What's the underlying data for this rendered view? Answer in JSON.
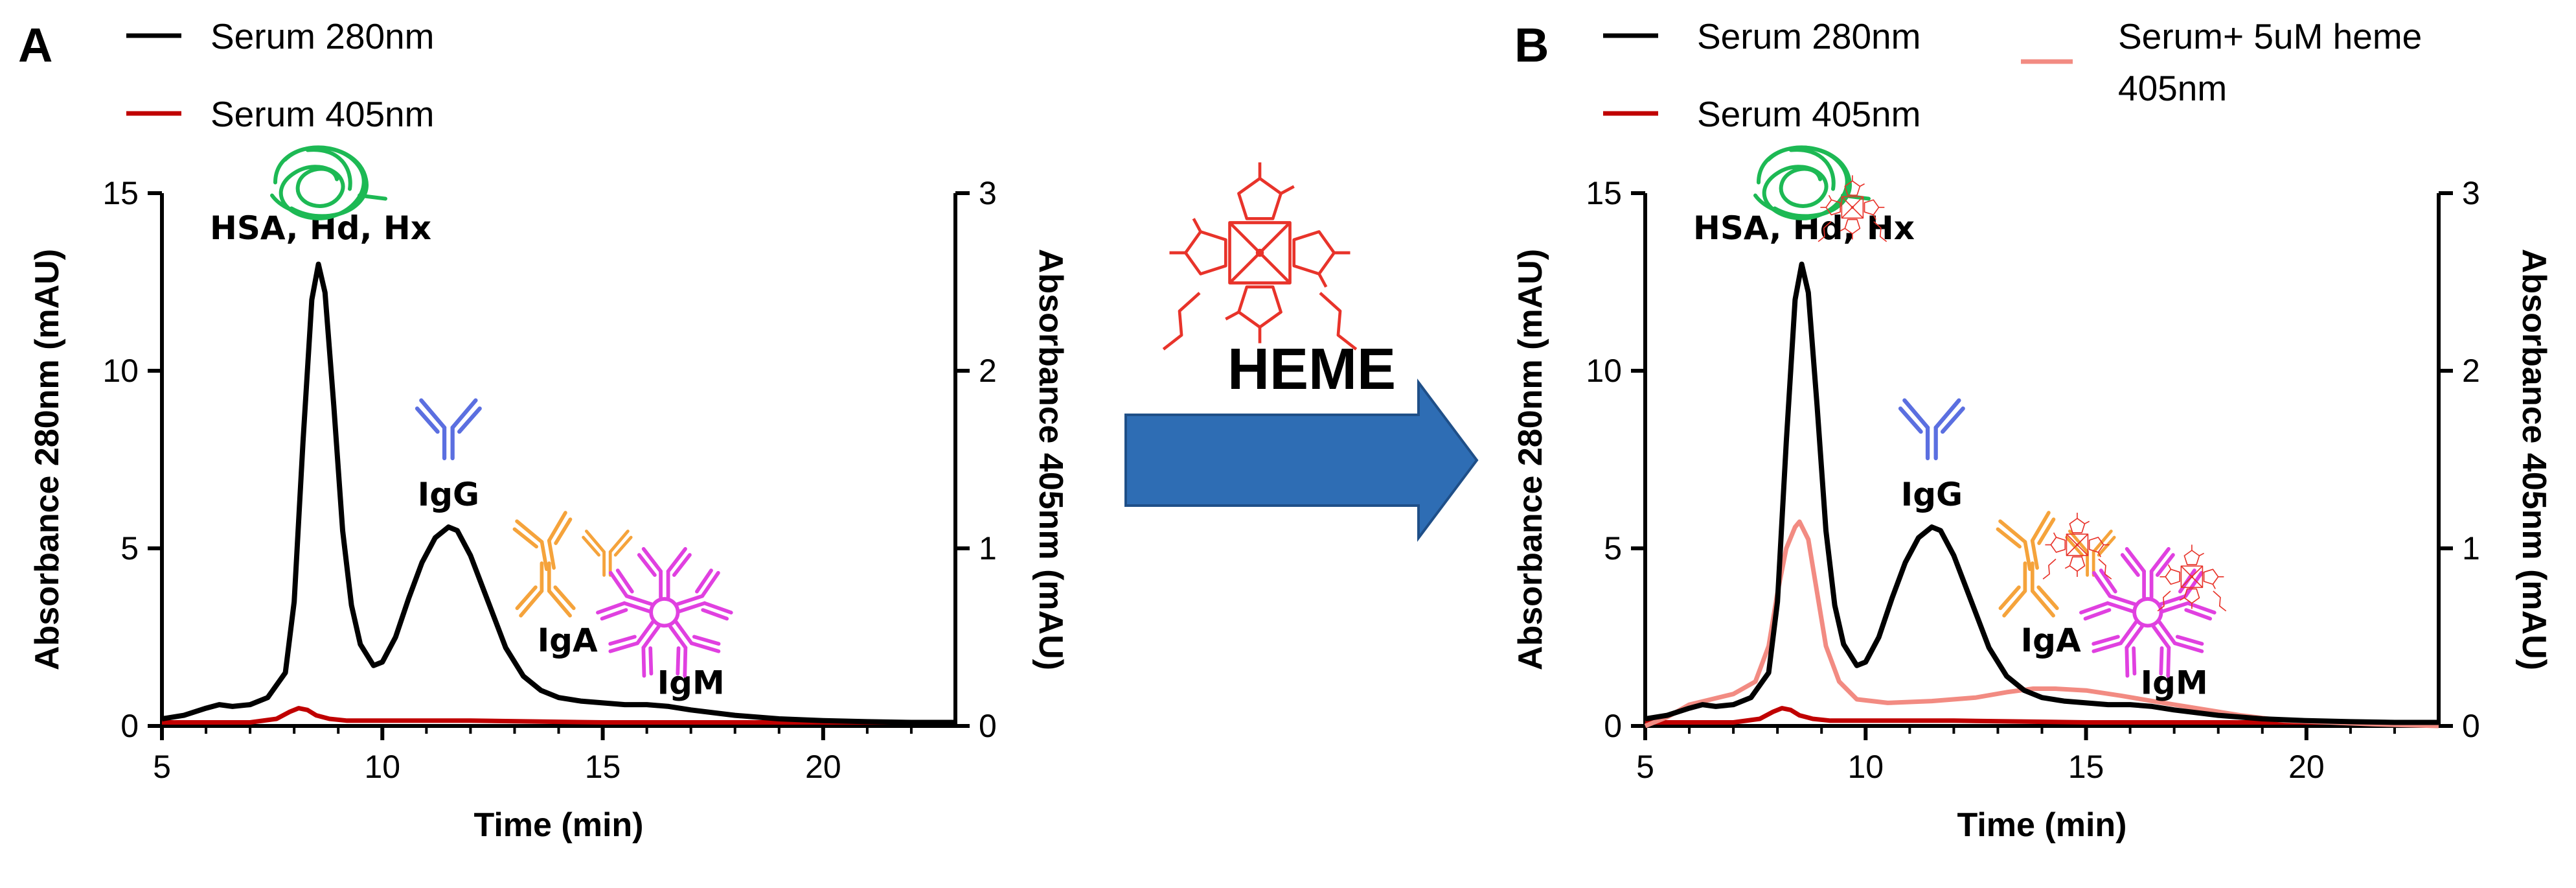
{
  "chart_data": [
    {
      "type": "line",
      "panel": "A",
      "xlabel": "Time (min)",
      "ylabel": "Absorbance 280nm (mAU)",
      "y2label": "Absorbance 405nm (mAU)",
      "xlim": [
        5,
        23
      ],
      "ylim": [
        0,
        15
      ],
      "y2lim": [
        0,
        3
      ],
      "xticks": [
        5,
        10,
        15,
        20
      ],
      "yticks": [
        0,
        5,
        10,
        15
      ],
      "y2ticks": [
        0,
        1,
        2,
        3
      ],
      "grid": false,
      "legend": {
        "position": "top-left"
      },
      "series": [
        {
          "name": "Serum 280nm",
          "axis": "left",
          "color": "#000000",
          "x": [
            5,
            5.5,
            6,
            6.3,
            6.6,
            7,
            7.4,
            7.8,
            8.0,
            8.2,
            8.4,
            8.55,
            8.7,
            8.9,
            9.1,
            9.3,
            9.5,
            9.8,
            10.0,
            10.3,
            10.6,
            10.9,
            11.2,
            11.5,
            11.7,
            12.0,
            12.4,
            12.8,
            13.2,
            13.6,
            14.0,
            14.5,
            15.0,
            15.5,
            16.0,
            16.5,
            17.0,
            18.0,
            19.0,
            20.0,
            21.0,
            22.0,
            23.0
          ],
          "y": [
            0.2,
            0.3,
            0.5,
            0.6,
            0.55,
            0.6,
            0.8,
            1.5,
            3.5,
            8.0,
            12.0,
            13.0,
            12.2,
            9.0,
            5.5,
            3.4,
            2.3,
            1.7,
            1.8,
            2.5,
            3.6,
            4.6,
            5.3,
            5.6,
            5.5,
            4.8,
            3.5,
            2.2,
            1.4,
            1.0,
            0.8,
            0.7,
            0.65,
            0.6,
            0.6,
            0.55,
            0.45,
            0.3,
            0.2,
            0.15,
            0.12,
            0.1,
            0.1
          ]
        },
        {
          "name": "Serum 405nm",
          "axis": "right",
          "color": "#c00000",
          "x": [
            5,
            6,
            7,
            7.6,
            7.9,
            8.1,
            8.3,
            8.5,
            8.8,
            9.2,
            10,
            12,
            15,
            18,
            20,
            23
          ],
          "y": [
            0.02,
            0.02,
            0.02,
            0.04,
            0.08,
            0.1,
            0.09,
            0.06,
            0.04,
            0.03,
            0.03,
            0.03,
            0.02,
            0.02,
            0.02,
            0.02
          ]
        }
      ],
      "annotations": [
        {
          "text": "HSA, Hd, Hx",
          "x": 8.6,
          "y": 13.7
        },
        {
          "text": "IgG",
          "x": 11.5,
          "y": 6.2
        },
        {
          "text": "IgA",
          "x": 14.2,
          "y": 2.1
        },
        {
          "text": "IgM",
          "x": 17.0,
          "y": 0.9
        }
      ]
    },
    {
      "type": "line",
      "panel": "B",
      "xlabel": "Time (min)",
      "ylabel": "Absorbance 280nm (mAU)",
      "y2label": "Absorbance 405nm (mAU)",
      "xlim": [
        5,
        23
      ],
      "ylim": [
        0,
        15
      ],
      "y2lim": [
        0,
        3
      ],
      "xticks": [
        5,
        10,
        15,
        20
      ],
      "yticks": [
        0,
        5,
        10,
        15
      ],
      "y2ticks": [
        0,
        1,
        2,
        3
      ],
      "grid": false,
      "legend": {
        "position": "top"
      },
      "series": [
        {
          "name": "Serum 280nm",
          "axis": "left",
          "color": "#000000",
          "x": [
            5,
            5.5,
            6,
            6.3,
            6.6,
            7,
            7.4,
            7.8,
            8.0,
            8.2,
            8.4,
            8.55,
            8.7,
            8.9,
            9.1,
            9.3,
            9.5,
            9.8,
            10.0,
            10.3,
            10.6,
            10.9,
            11.2,
            11.5,
            11.7,
            12.0,
            12.4,
            12.8,
            13.2,
            13.6,
            14.0,
            14.5,
            15.0,
            15.5,
            16.0,
            16.5,
            17.0,
            18.0,
            19.0,
            20.0,
            21.0,
            22.0,
            23.0
          ],
          "y": [
            0.2,
            0.3,
            0.5,
            0.6,
            0.55,
            0.6,
            0.8,
            1.5,
            3.5,
            8.0,
            12.0,
            13.0,
            12.2,
            9.0,
            5.5,
            3.4,
            2.3,
            1.7,
            1.8,
            2.5,
            3.6,
            4.6,
            5.3,
            5.6,
            5.5,
            4.8,
            3.5,
            2.2,
            1.4,
            1.0,
            0.8,
            0.7,
            0.65,
            0.6,
            0.6,
            0.55,
            0.45,
            0.3,
            0.2,
            0.15,
            0.12,
            0.1,
            0.1
          ]
        },
        {
          "name": "Serum 405nm",
          "axis": "right",
          "color": "#c00000",
          "x": [
            5,
            6,
            7,
            7.6,
            7.9,
            8.1,
            8.3,
            8.5,
            8.8,
            9.2,
            10,
            12,
            15,
            18,
            20,
            23
          ],
          "y": [
            0.02,
            0.02,
            0.02,
            0.04,
            0.08,
            0.1,
            0.09,
            0.06,
            0.04,
            0.03,
            0.03,
            0.03,
            0.02,
            0.02,
            0.02,
            0.02
          ]
        },
        {
          "name": "Serum+ 5uM heme 405nm",
          "axis": "right",
          "color": "#f28b82",
          "x": [
            5,
            5.5,
            6,
            6.5,
            7,
            7.5,
            7.8,
            8.0,
            8.2,
            8.4,
            8.5,
            8.7,
            8.9,
            9.1,
            9.4,
            9.8,
            10.5,
            11.5,
            12.5,
            13.2,
            13.8,
            14.3,
            15.0,
            15.8,
            16.5,
            17.5,
            18.5,
            19.5,
            20.5,
            21.5,
            23.0
          ],
          "y": [
            0.0,
            0.05,
            0.12,
            0.15,
            0.18,
            0.25,
            0.45,
            0.75,
            1.0,
            1.12,
            1.15,
            1.05,
            0.75,
            0.45,
            0.25,
            0.15,
            0.13,
            0.14,
            0.16,
            0.19,
            0.21,
            0.21,
            0.2,
            0.17,
            0.14,
            0.1,
            0.06,
            0.03,
            0.02,
            0.01,
            0.0
          ]
        }
      ],
      "annotations": [
        {
          "text": "HSA, Hd, Hx",
          "x": 8.6,
          "y": 13.7
        },
        {
          "text": "IgG",
          "x": 11.5,
          "y": 6.2
        },
        {
          "text": "IgA",
          "x": 14.2,
          "y": 2.1
        },
        {
          "text": "IgM",
          "x": 17.0,
          "y": 0.9
        }
      ]
    }
  ],
  "labels": {
    "panel_a": "A",
    "panel_b": "B",
    "arrow_text": "HEME",
    "legend_b_heme_line1": "Serum+ 5uM heme",
    "legend_b_heme_line2": "405nm"
  },
  "colors": {
    "arrow": "#2e6db4",
    "hsa": "#1db954",
    "igg": "#5b6fe0",
    "iga": "#f5a33b",
    "igm": "#e040e0",
    "heme": "#e8332a"
  },
  "icons": [
    "protein-coil-icon",
    "igg-antibody-icon",
    "iga-antibody-icon",
    "igm-pentamer-icon",
    "heme-molecule-icon"
  ]
}
